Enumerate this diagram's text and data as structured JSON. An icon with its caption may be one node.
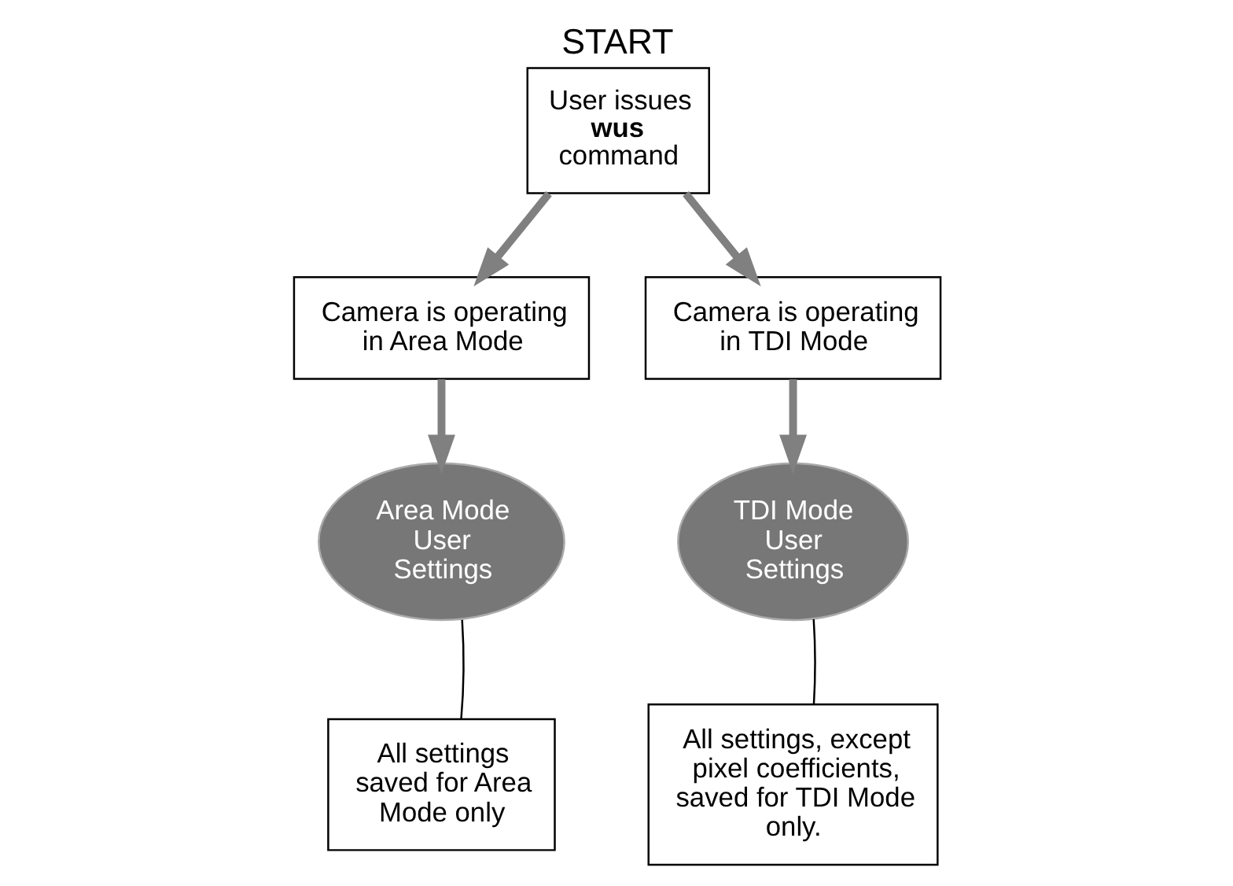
{
  "diagram": {
    "nodes": [
      {
        "text": [
          "START",
          "User issues **wus** command"
        ]
      },
      {
        "text": [
          "Camera is operating in Area Mode"
        ]
      },
      {
        "text": [
          "Camera is operating in TDI Mode"
        ]
      },
      {
        "text": [
          "Area Mode User Settings"
        ]
      },
      {
        "text": [
          "TDI Mode User Settings"
        ]
      },
      {
        "text": [
          "All settings saved for Area Mode only"
        ]
      },
      {
        "text": [
          "All settings, except pixel coefficients, saved for TDI Mode only."
        ]
      }
    ],
    "edges": [
      {
        "from": 0,
        "to": 1,
        "arrow": "to"
      },
      {
        "from": 0,
        "to": 2,
        "arrow": "to"
      },
      {
        "from": 1,
        "to": 3,
        "arrow": "to"
      },
      {
        "from": 2,
        "to": 4,
        "arrow": "to"
      },
      {
        "from": 5,
        "to": 3,
        "arrow": "none",
        "color": "#000000"
      },
      {
        "from": 6,
        "to": 4,
        "arrow": "none",
        "color": "#000000"
      }
    ]
  }
}
